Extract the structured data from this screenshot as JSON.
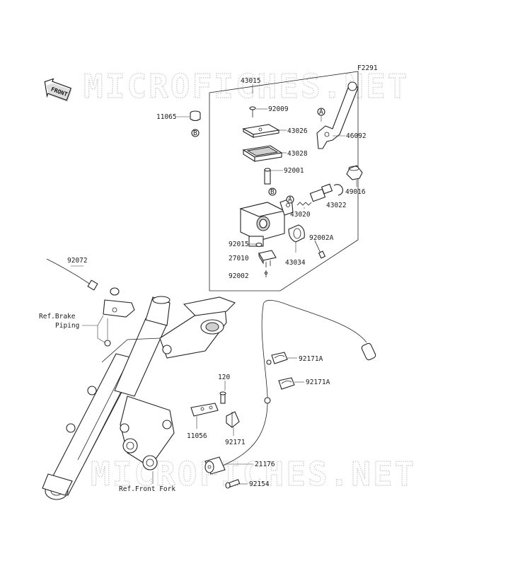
{
  "figure_code": "F2291",
  "watermark": {
    "top": "MICROFICHES.NET",
    "bottom": "MICROFICHES.NET"
  },
  "front_badge": "FRONT",
  "markers": {
    "a_lever": "A",
    "a_body": "A",
    "b_cap": "B",
    "b_body": "B"
  },
  "parts": {
    "p43015": "43015",
    "p92009": "92009",
    "p43026": "43026",
    "p43028": "43028",
    "p92001": "92001",
    "p11065": "11065",
    "p46092": "46092",
    "p49016": "49016",
    "p43022": "43022",
    "p43020": "43020",
    "p92002A": "92002A",
    "p92015": "92015",
    "p27010": "27010",
    "p43034": "43034",
    "p92002": "92002",
    "p92072": "92072",
    "p92171A_1": "92171A",
    "p92171A_2": "92171A",
    "p120": "120",
    "p11056": "11056",
    "p92171": "92171",
    "p21176": "21176",
    "p92154": "92154"
  },
  "references": {
    "brake_piping_1": "Ref.Brake",
    "brake_piping_2": "Piping",
    "front_fork": "Ref.Front Fork"
  }
}
